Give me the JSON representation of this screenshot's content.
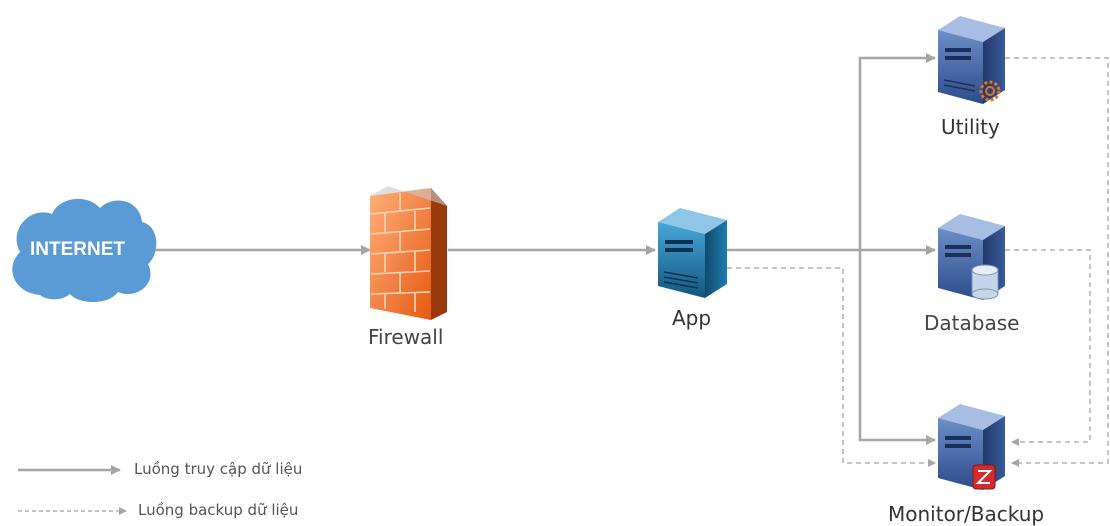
{
  "nodes": {
    "internet": {
      "label": "INTERNET",
      "icon": "cloud-icon",
      "color": "#5b9bd5"
    },
    "firewall": {
      "label": "Firewall",
      "icon": "firewall-icon",
      "color": "#f26b21"
    },
    "app": {
      "label": "App",
      "icon": "server-icon",
      "color": "#1f6fa3"
    },
    "utility": {
      "label": "Utility",
      "icon": "gear-icon",
      "accent": "#e8741a"
    },
    "database": {
      "label": "Database",
      "icon": "database-icon"
    },
    "monitor": {
      "label": "Monitor/Backup",
      "icon": "backup-icon",
      "accent": "#d62a2a"
    }
  },
  "legend": {
    "access": "Luồng truy cập dữ liệu",
    "backup": "Luồng backup dữ liệu"
  },
  "colors": {
    "solid_line": "#a6a6a6",
    "dashed_line": "#b0b0b0"
  }
}
